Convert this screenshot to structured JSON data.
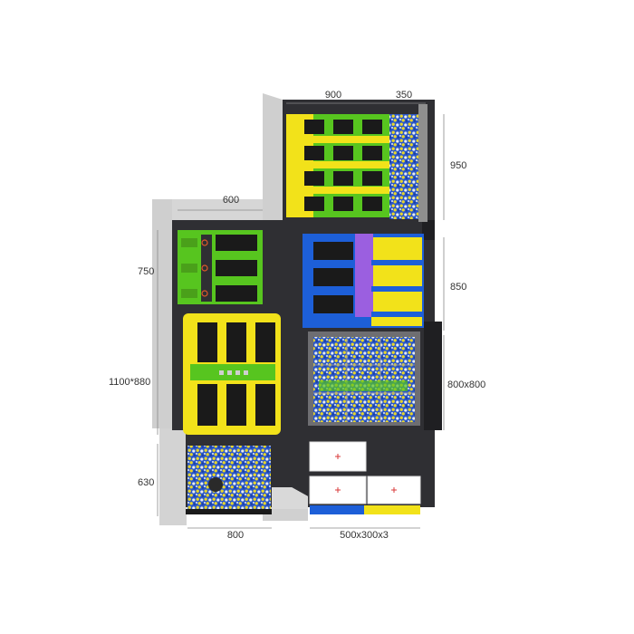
{
  "dimensions": {
    "top_left_width": "900",
    "top_right_width": "350",
    "top_right_height": "950",
    "mid_left_width": "600",
    "left_upper_height": "750",
    "right_mid_height": "850",
    "left_mid_label": "1100*880",
    "right_lower_label": "800x800",
    "left_bottom_height": "630",
    "bottom_left_width": "800",
    "bottom_right_label": "500x300x3"
  },
  "colors": {
    "floor": "#2f2f33",
    "wall": "#c9c9c9",
    "trampoline_mat": "#1a1a1a",
    "green": "#57c51f",
    "yellow": "#f2e21a",
    "blue": "#1d5fd8",
    "purple": "#9b5fe0",
    "ball_blue": "#2a57c9",
    "ball_yellow": "#e9d62a",
    "ball_white": "#e8ecef",
    "red_cross": "#d93a3a"
  }
}
